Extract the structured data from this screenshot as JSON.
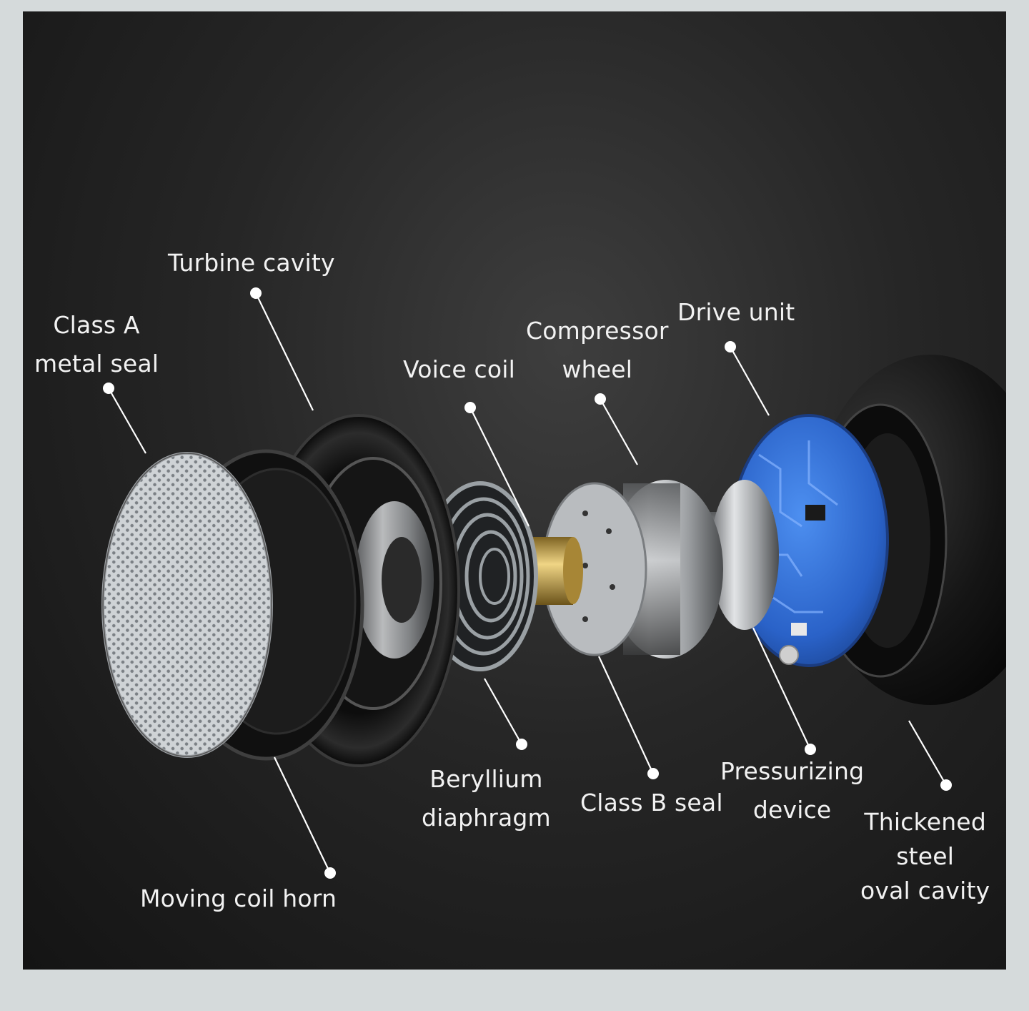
{
  "colors": {
    "background": "#1f1f1f",
    "page_margin": "#d5dadb",
    "label_text": "#f2f2f2",
    "leader_line": "#ffffff",
    "pcb_blue": "#2f6fd6",
    "voice_coil_gold": "#c9a44a"
  },
  "labels": {
    "turbine_cavity": [
      "Turbine cavity"
    ],
    "class_a_metal_seal": [
      "Class A",
      "metal seal"
    ],
    "voice_coil": [
      "Voice coil"
    ],
    "compressor_wheel": [
      "Compressor",
      "wheel"
    ],
    "drive_unit": [
      "Drive unit"
    ],
    "moving_coil_horn": [
      "Moving coil horn"
    ],
    "beryllium_diaphragm": [
      "Beryllium",
      "diaphragm"
    ],
    "class_b_seal": [
      "Class B seal"
    ],
    "pressurizing_device": [
      "Pressurizing",
      "device"
    ],
    "thickened_steel_oval_cavity": [
      "Thickened",
      "steel",
      "oval cavity"
    ]
  }
}
